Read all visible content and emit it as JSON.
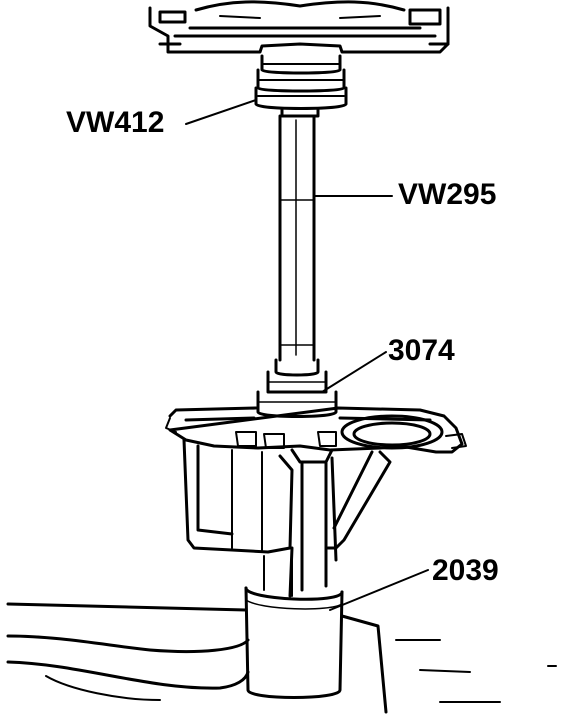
{
  "diagram": {
    "labels": [
      {
        "id": "vw412",
        "text": "VW412"
      },
      {
        "id": "vw295",
        "text": "VW295"
      },
      {
        "id": "3074",
        "text": "3074"
      },
      {
        "id": "2039",
        "text": "2039"
      }
    ]
  }
}
